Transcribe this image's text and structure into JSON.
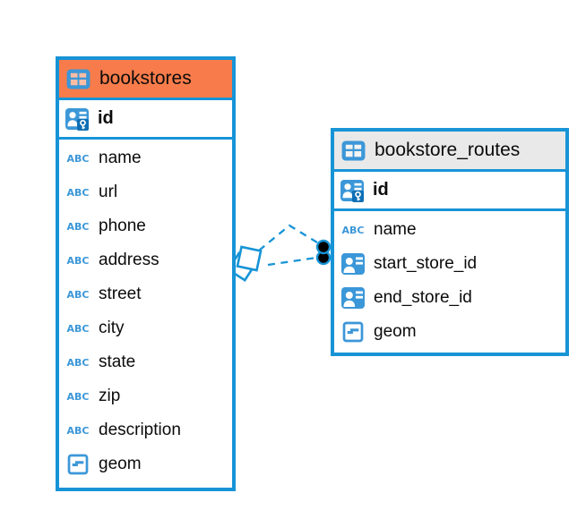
{
  "icons": {
    "text_type_glyph": "ABC"
  },
  "colors": {
    "accent_blue": "#1794d6",
    "icon_blue": "#3b97d8",
    "bookstores_header": "#f87c4b",
    "routes_header": "#e9e9e9",
    "text": "#0b0b0b",
    "relationship_dot": "#000000"
  },
  "tables": [
    {
      "title": "bookstores",
      "primary_key": {
        "label": "id",
        "type": "primary-key"
      },
      "columns": [
        {
          "label": "name",
          "type": "text"
        },
        {
          "label": "url",
          "type": "text"
        },
        {
          "label": "phone",
          "type": "text"
        },
        {
          "label": "address",
          "type": "text"
        },
        {
          "label": "street",
          "type": "text"
        },
        {
          "label": "city",
          "type": "text"
        },
        {
          "label": "state",
          "type": "text"
        },
        {
          "label": "zip",
          "type": "text"
        },
        {
          "label": "description",
          "type": "text"
        },
        {
          "label": "geom",
          "type": "geometry"
        }
      ]
    },
    {
      "title": "bookstore_routes",
      "primary_key": {
        "label": "id",
        "type": "primary-key"
      },
      "columns": [
        {
          "label": "name",
          "type": "text"
        },
        {
          "label": "start_store_id",
          "type": "foreign-key"
        },
        {
          "label": "end_store_id",
          "type": "foreign-key"
        },
        {
          "label": "geom",
          "type": "geometry"
        }
      ]
    }
  ],
  "relationship": {
    "between": [
      "bookstores",
      "bookstore_routes"
    ],
    "line_style": "dashed",
    "line_count": 2,
    "marker_at_bookstores": "open-diamond",
    "marker_at_bookstore_routes": "two-filled-circles"
  }
}
